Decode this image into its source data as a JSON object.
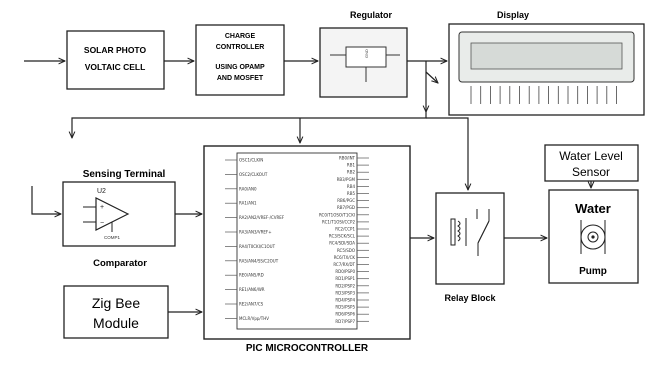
{
  "blocks": {
    "solar": {
      "line1": "SOLAR PHOTO",
      "line2": "VOLTAIC CELL"
    },
    "charge": {
      "line1": "CHARGE",
      "line2": "CONTROLLER",
      "line3": "USING OPAMP",
      "line4": "AND MOSFET"
    },
    "regulator": {
      "title": "Regulator",
      "pin": "GND"
    },
    "display": {
      "title": "Display"
    },
    "sensing": {
      "title": "Sensing Terminal",
      "chip": "U2",
      "part": "COMP1",
      "caption": "Comparator"
    },
    "pic": {
      "title": "PIC MICROCONTROLLER",
      "left_pins": [
        "OSC1/CLKIN",
        "OSC2/CLKOUT",
        "RA0/AN0",
        "RA1/AN1",
        "RA2/AN2/VREF-/CVREF",
        "RA3/AN3/VREF+",
        "RA4/T0CKI/C1OUT",
        "RA5/AN4/SS/C2OUT",
        "RE0/AN5/RD",
        "RE1/AN6/WR",
        "RE2/AN7/CS",
        "MCLR/Vpp/THV"
      ],
      "right_pins": [
        "RB0/INT",
        "RB1",
        "RB2",
        "RB3/PGM",
        "RB4",
        "RB5",
        "RB6/PGC",
        "RB7/PGD",
        "RC0/T1OSO/T1CKI",
        "RC1/T1OSI/CCP2",
        "RC2/CCP1",
        "RC3/SCK/SCL",
        "RC4/SDI/SDA",
        "RC5/SDO",
        "RC6/TX/CK",
        "RC7/RX/DT",
        "RD0/PSP0",
        "RD1/PSP1",
        "RD2/PSP2",
        "RD3/PSP3",
        "RD4/PSP4",
        "RD5/PSP5",
        "RD6/PSP6",
        "RD7/PSP7"
      ]
    },
    "zigbee": {
      "line1": "Zig Bee",
      "line2": "Module"
    },
    "relay": {
      "caption": "Relay Block"
    },
    "water_sensor": {
      "line1": "Water Level",
      "line2": "Sensor"
    },
    "pump": {
      "title": "Water",
      "caption": "Pump"
    }
  }
}
